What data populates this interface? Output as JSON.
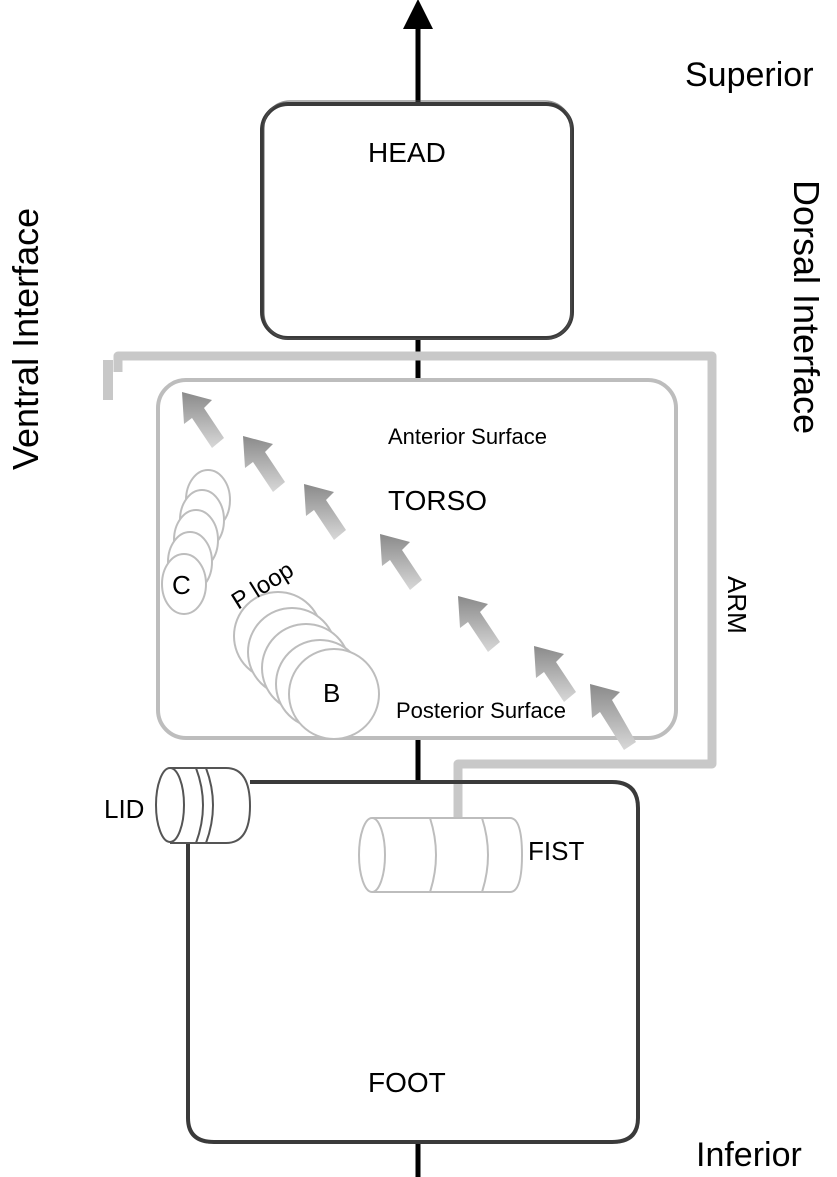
{
  "labels": {
    "superior": "Superior",
    "inferior": "Inferior",
    "ventral_interface": "Ventral Interface",
    "dorsal_interface": "Dorsal Interface",
    "head": "HEAD",
    "anterior_surface": "Anterior Surface",
    "torso": "TORSO",
    "posterior_surface": "Posterior Surface",
    "arm": "ARM",
    "p_loop": "P loop",
    "c": "C",
    "b": "B",
    "lid": "LID",
    "fist": "FIST",
    "foot": "FOOT"
  },
  "colors": {
    "outline_dark": "#3a3a3a",
    "outline_light": "#bdbdbd",
    "arm_gray": "#c8c8c8",
    "arrow_gray": "#9a9a9a"
  }
}
